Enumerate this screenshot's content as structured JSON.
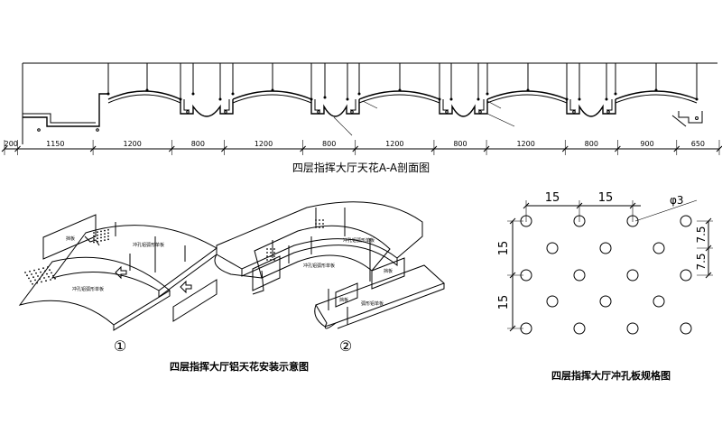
{
  "section": {
    "title": "四层指挥大厅天花A-A剖面图",
    "dimensions": [
      "200",
      "1150",
      "1200",
      "800",
      "1200",
      "800",
      "1200",
      "800",
      "1200",
      "800",
      "900",
      "650"
    ]
  },
  "install": {
    "caption": "四层指挥大厅铝天花安装示意图",
    "marker1": "①",
    "marker2": "②",
    "labels": {
      "p1_small_panel": "挡板",
      "p1_curved_a": "冲孔铝弧形单板",
      "p1_curved_b": "冲孔铝弧形单板",
      "p2_panel_a": "冲孔铝弧形单板",
      "p2_panel_b": "冲孔铝弧形单板",
      "p2_side_a": "挡板",
      "p2_side_b": "挡板",
      "p2_bottom": "弧形铝单板"
    }
  },
  "perf": {
    "caption": "四层指挥大厅冲孔板规格图",
    "top_dims": [
      "15",
      "15"
    ],
    "diameter": "φ3",
    "left_dims": [
      "15",
      "15"
    ],
    "right_dims": [
      "7.5",
      "7.5"
    ]
  }
}
